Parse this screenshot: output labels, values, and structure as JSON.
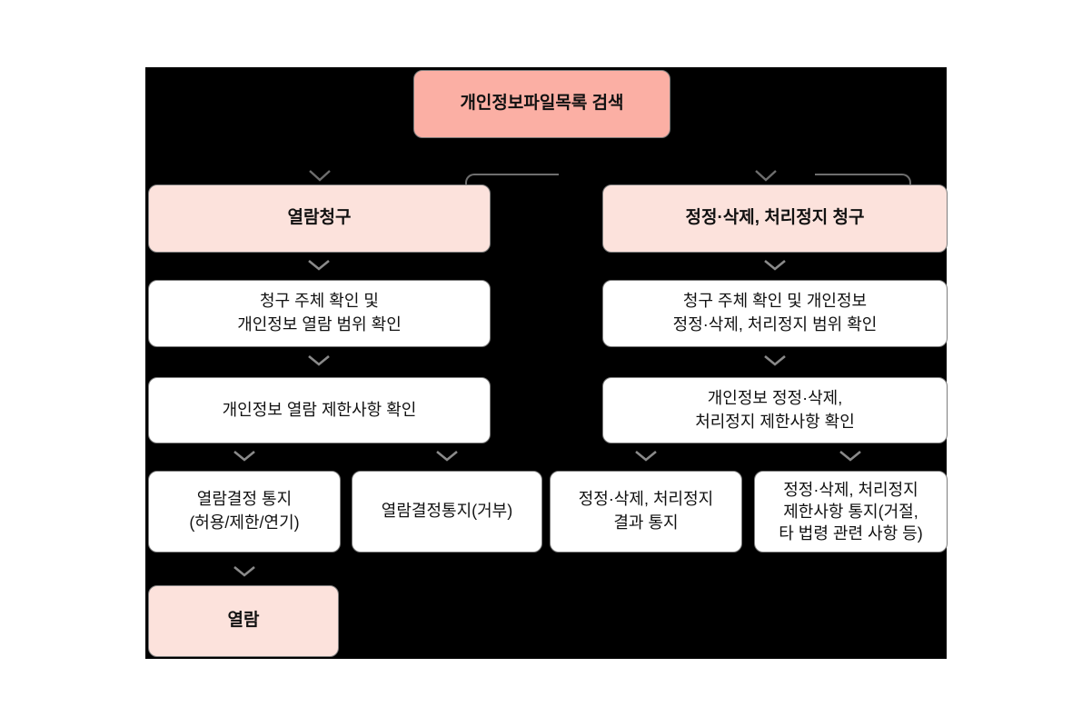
{
  "diagram": {
    "title_hint": "개인정보 열람·정정 처리 흐름도",
    "colors": {
      "panel_background": "#000000",
      "page_background": "#ffffff",
      "root_fill": "#fbafa4",
      "branch_fill": "#fce2dc",
      "step_fill": "#ffffff",
      "border": "#7d7d7d",
      "arrow": "#6e6e6e",
      "text": "#111111"
    },
    "nodes": {
      "root": {
        "label": "개인정보파일목록 검색"
      },
      "left_branch": {
        "label": "열람청구"
      },
      "right_branch": {
        "label": "정정·삭제, 처리정지 청구"
      },
      "left_step1": {
        "label": "청구 주체 확인 및\n개인정보 열람 범위 확인"
      },
      "left_step2": {
        "label": "개인정보 열람 제한사항 확인"
      },
      "left_result_allow": {
        "label": "열람결정 통지\n(허용/제한/연기)"
      },
      "left_result_deny": {
        "label": "열람결정통지(거부)"
      },
      "left_final": {
        "label": "열람"
      },
      "right_step1": {
        "label": "청구 주체 확인 및 개인정보\n정정·삭제, 처리정지 범위 확인"
      },
      "right_step2": {
        "label": "개인정보 정정·삭제,\n처리정지 제한사항 확인"
      },
      "right_result_notice": {
        "label": "정정·삭제, 처리정지\n결과 통지"
      },
      "right_result_restrict": {
        "label": "정정·삭제, 처리정지\n제한사항 통지(거절,\n타 법령 관련 사항 등)"
      }
    }
  }
}
